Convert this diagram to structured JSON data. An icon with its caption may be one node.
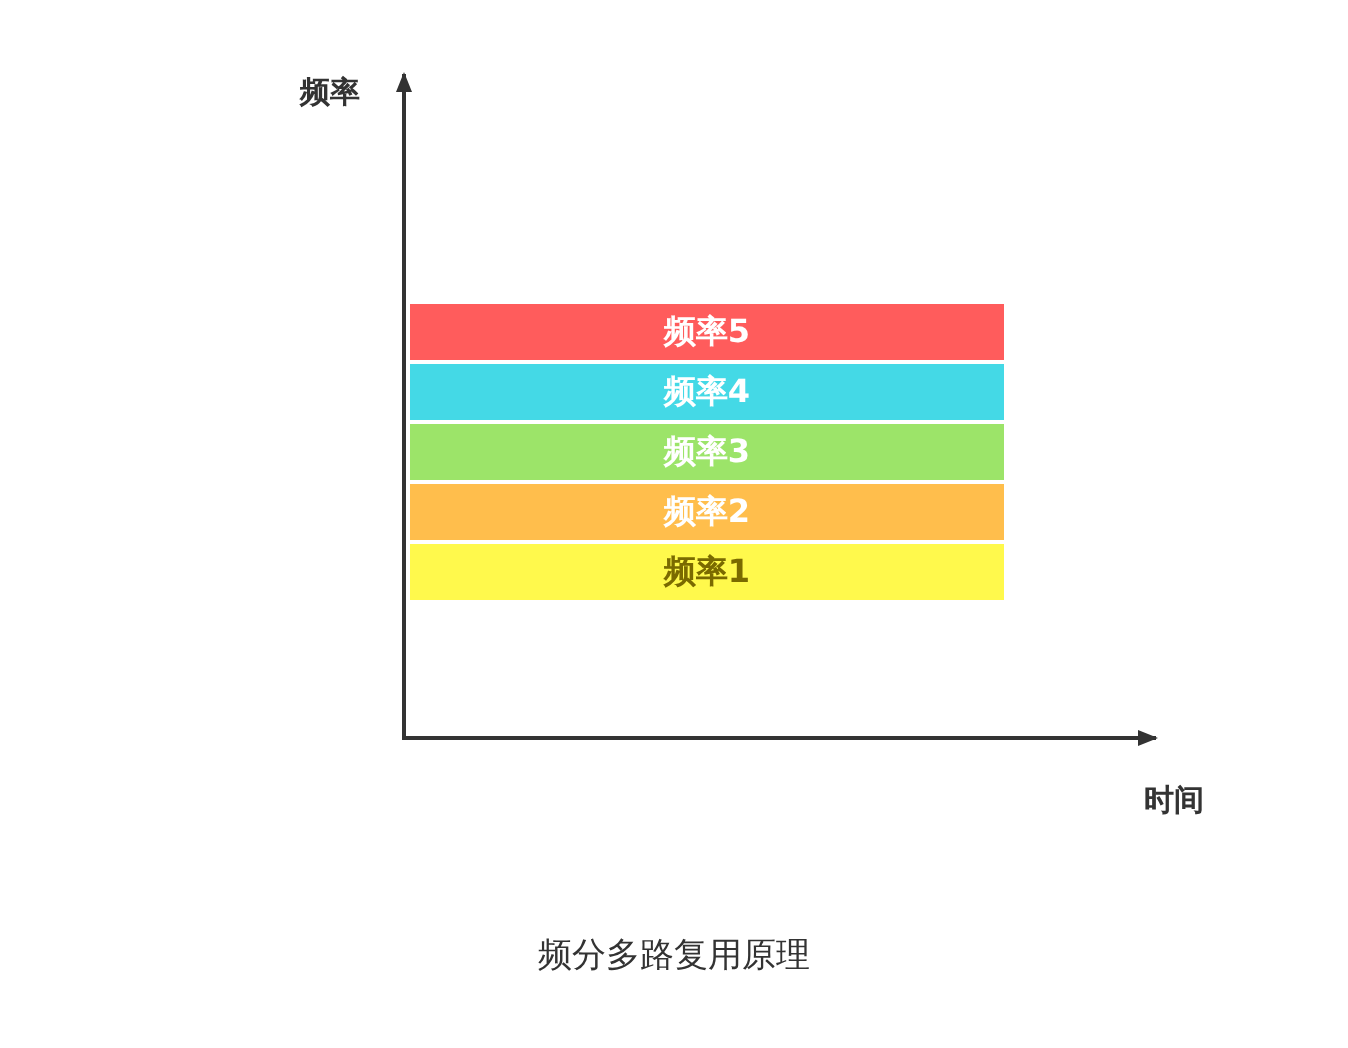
{
  "diagram": {
    "caption": "频分多路复用原理",
    "nodes": [
      {
        "text": [
          "频率5"
        ]
      },
      {
        "text": [
          "频率4"
        ]
      },
      {
        "text": [
          "频率3"
        ]
      },
      {
        "text": [
          "频率2"
        ]
      },
      {
        "text": [
          "频率1"
        ]
      }
    ],
    "labels": [
      "频率",
      "时间"
    ]
  }
}
